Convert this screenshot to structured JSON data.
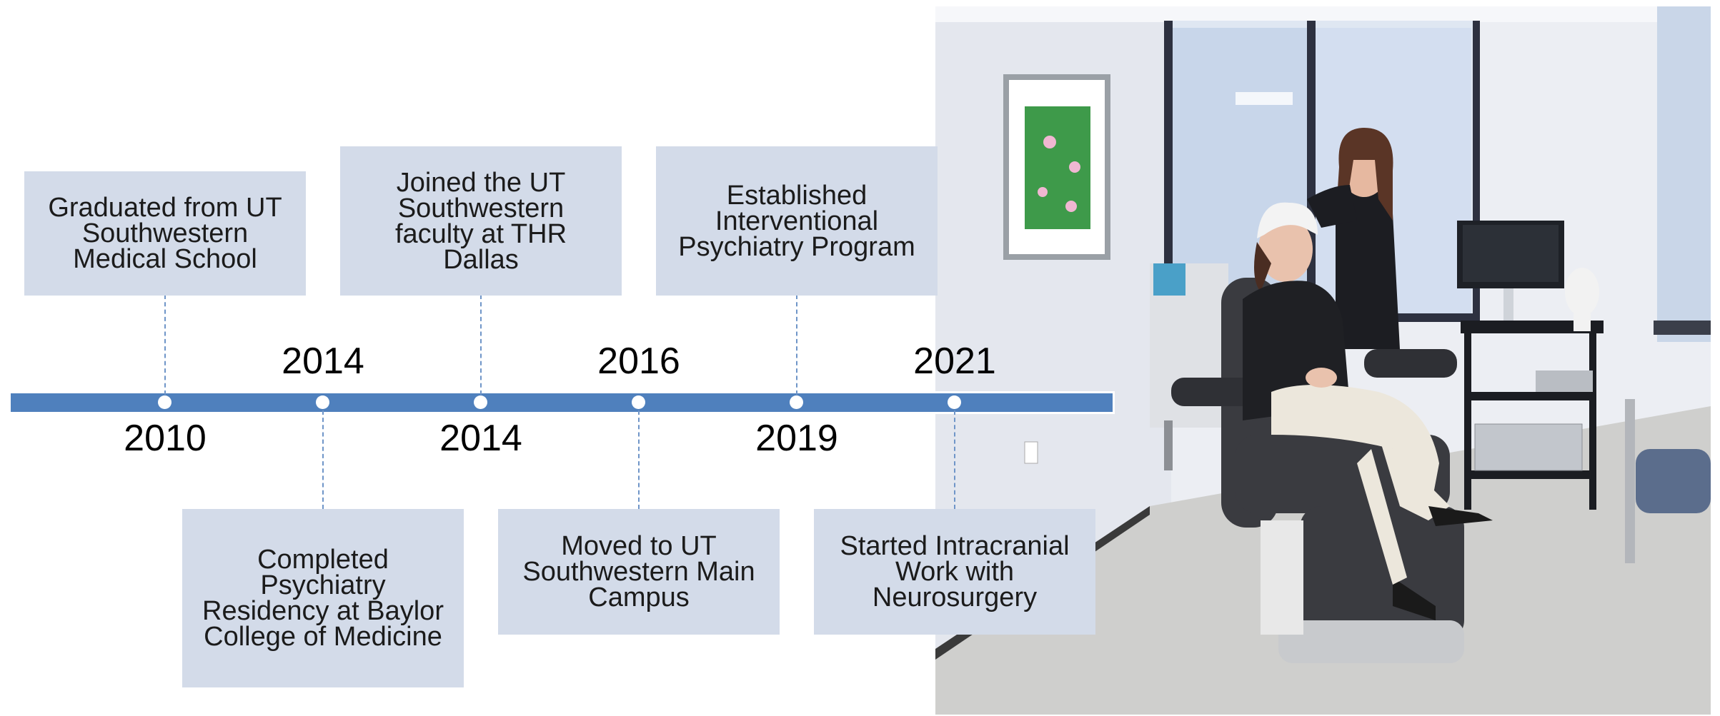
{
  "timeline": {
    "events": [
      {
        "year": "2010",
        "text": "Graduated from UT Southwestern Medical School",
        "side": "top"
      },
      {
        "year": "2014",
        "text": "Completed Psychiatry Residency at Baylor College of Medicine",
        "side": "bottom"
      },
      {
        "year": "2014",
        "text": "Joined the UT Southwestern faculty at THR Dallas",
        "side": "top"
      },
      {
        "year": "2016",
        "text": "Moved to UT Southwestern Main Campus",
        "side": "bottom"
      },
      {
        "year": "2019",
        "text": "Established Interventional Psychiatry Program",
        "side": "top"
      },
      {
        "year": "2021",
        "text": "Started Intracranial Work with Neurosurgery",
        "side": "bottom"
      }
    ]
  },
  "colors": {
    "bar": "#4f80bd",
    "box": "#d3dbe9",
    "connector": "#6f95c8"
  }
}
